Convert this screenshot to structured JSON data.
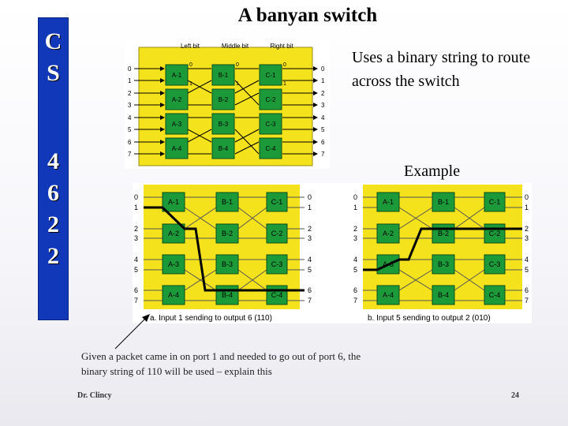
{
  "slide": {
    "title": "A banyan switch",
    "sidebar_top": [
      "C",
      "S"
    ],
    "sidebar_bottom": [
      "4",
      "6",
      "2",
      "2"
    ],
    "description": "Uses a binary string to route across the switch",
    "example_label": "Example",
    "caption": "Given a packet came in on port 1 and needed to go out of port 6, the binary string of 110 will be used – explain this",
    "author": "Dr. Clincy",
    "page_number": "24"
  },
  "top_diagram": {
    "bit_labels": [
      "Left bit",
      "Middle bit",
      "Right bit"
    ],
    "columns": [
      [
        "A-1",
        "A-2",
        "A-3",
        "A-4"
      ],
      [
        "B-1",
        "B-2",
        "B-3",
        "B-4"
      ],
      [
        "C-1",
        "C-2",
        "C-3",
        "C-4"
      ]
    ],
    "ports": [
      "0",
      "1",
      "2",
      "3",
      "4",
      "5",
      "6",
      "7"
    ],
    "output_bits": [
      "0",
      "1"
    ]
  },
  "bottom_diagrams": [
    {
      "caption": "a. Input 1 sending to output 6 (110)",
      "columns": [
        [
          "A-1",
          "A-2",
          "A-3",
          "A-4"
        ],
        [
          "B-1",
          "B-2",
          "B-3",
          "B-4"
        ],
        [
          "C-1",
          "C-2",
          "C-3",
          "C-4"
        ]
      ],
      "ports": [
        "0",
        "1",
        "2",
        "3",
        "4",
        "5",
        "6",
        "7"
      ]
    },
    {
      "caption": "b. Input 5 sending to output 2 (010)",
      "columns": [
        [
          "A-1",
          "A-2",
          "A-3",
          "A-4"
        ],
        [
          "B-1",
          "B-2",
          "B-3",
          "B-4"
        ],
        [
          "C-1",
          "C-2",
          "C-3",
          "C-4"
        ]
      ],
      "ports": [
        "0",
        "1",
        "2",
        "3",
        "4",
        "5",
        "6",
        "7"
      ]
    }
  ]
}
